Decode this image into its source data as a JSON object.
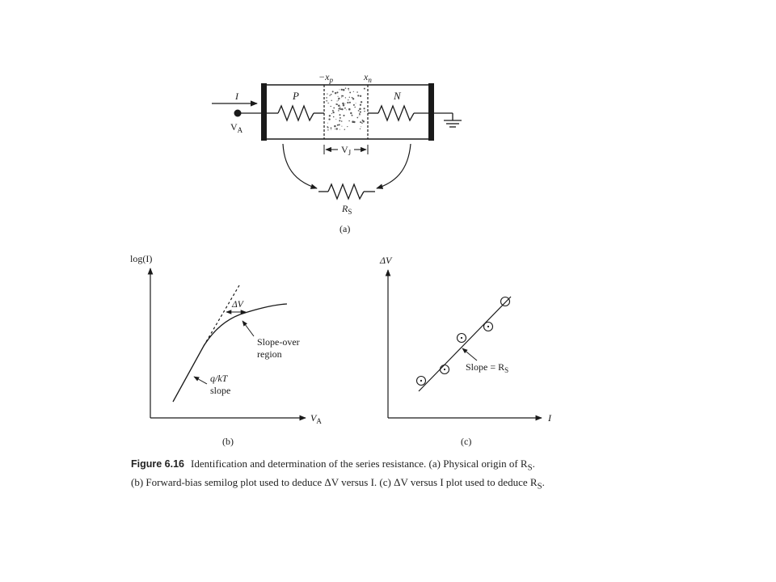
{
  "diagram_a": {
    "labels": {
      "current": "I",
      "applied_voltage": "V",
      "applied_voltage_sub": "A",
      "neg_xp": "−x",
      "neg_xp_sub": "p",
      "xn": "x",
      "xn_sub": "n",
      "p_region": "P",
      "n_region": "N",
      "junction_voltage": "V",
      "junction_voltage_sub": "J",
      "series_resistance": "R",
      "series_resistance_sub": "S",
      "panel": "(a)"
    }
  },
  "plot_b": {
    "ylabel": "log(I)",
    "xlabel": "V",
    "xlabel_sub": "A",
    "delta_v": "ΔV",
    "annot_slopeover_1": "Slope-over",
    "annot_slopeover_2": "region",
    "annot_qkt_1": "q/kT",
    "annot_qkt_2": "slope",
    "panel": "(b)"
  },
  "plot_c": {
    "ylabel": "ΔV",
    "xlabel": "I",
    "annot_slope": "Slope = R",
    "annot_slope_sub": "S",
    "panel": "(c)"
  },
  "caption": {
    "figure_number": "Figure 6.16",
    "line1": "Identification and determination of the series resistance. (a) Physical origin of R",
    "line1_sub": "S",
    "line1_end": ".",
    "line2": "(b) Forward-bias semilog plot used to deduce ΔV versus I. (c) ΔV versus I plot used to deduce R",
    "line2_sub": "S",
    "line2_end": "."
  }
}
